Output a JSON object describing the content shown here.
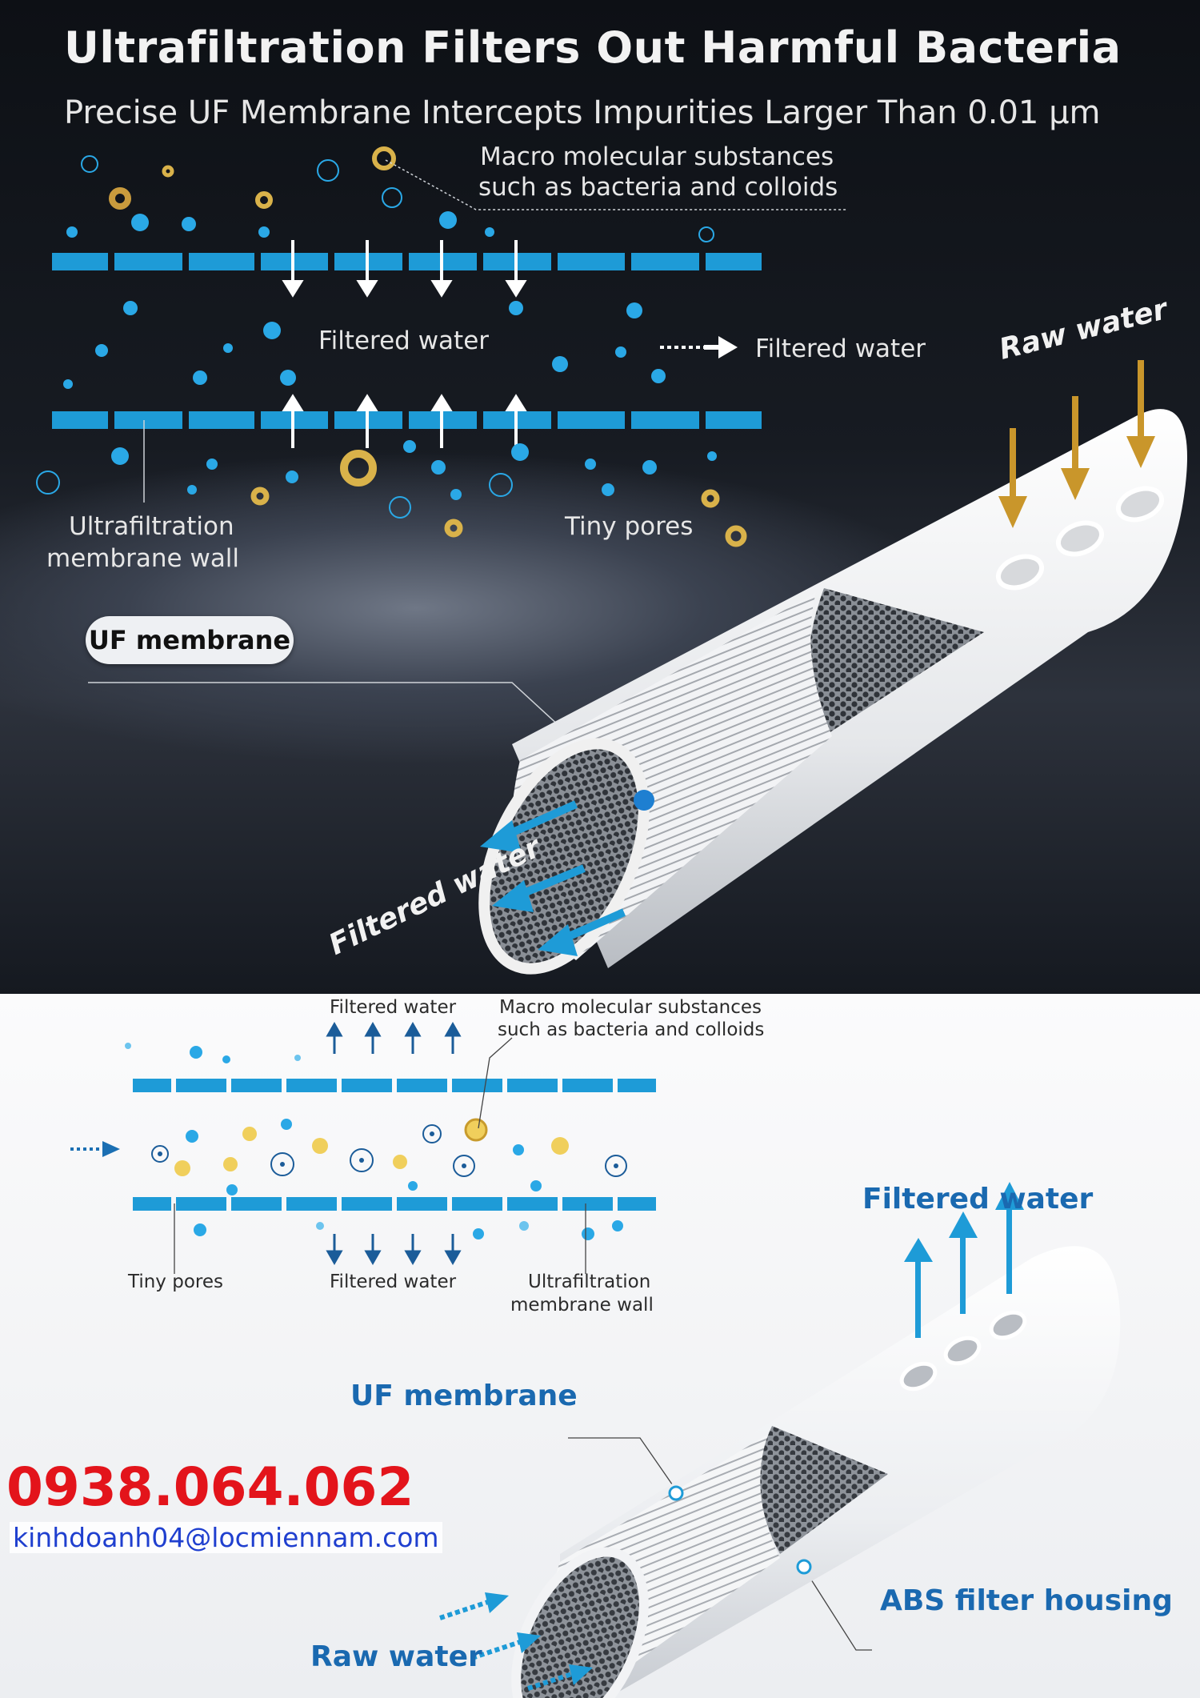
{
  "header": {
    "title": "Ultrafiltration Filters Out Harmful Bacteria",
    "subtitle": "Precise UF Membrane Intercepts Impurities Larger Than 0.01 μm"
  },
  "top_diagram": {
    "macro_label_line1": "Macro molecular substances",
    "macro_label_line2": "such as bacteria and colloids",
    "filtered_water_center": "Filtered water",
    "filtered_water_right": "Filtered water",
    "membrane_wall_line1": "Ultrafiltration",
    "membrane_wall_line2": "membrane wall",
    "tiny_pores": "Tiny pores",
    "uf_membrane_pill": "UF membrane",
    "raw_water": "Raw water",
    "filtered_water_tube": "Filtered water"
  },
  "bottom_diagram": {
    "filtered_water_top": "Filtered water",
    "macro_label_line1": "Macro molecular substances",
    "macro_label_line2": "such as bacteria and colloids",
    "tiny_pores": "Tiny pores",
    "filtered_water_bottom": "Filtered water",
    "membrane_wall_line1": "Ultrafiltration",
    "membrane_wall_line2": "membrane wall",
    "filtered_water_tube": "Filtered water",
    "uf_membrane": "UF membrane",
    "abs_housing": "ABS filter housing",
    "raw_water": "Raw water"
  },
  "contact": {
    "phone": "0938.064.062",
    "email": "kinhdoanh04@locmiennam.com"
  },
  "colors": {
    "membrane_blue": "#1e9bd7",
    "arrow_gold": "#c9962b",
    "label_blue": "#1a69b0",
    "phone_red": "#e3141b",
    "email_blue": "#1f3fcf"
  }
}
